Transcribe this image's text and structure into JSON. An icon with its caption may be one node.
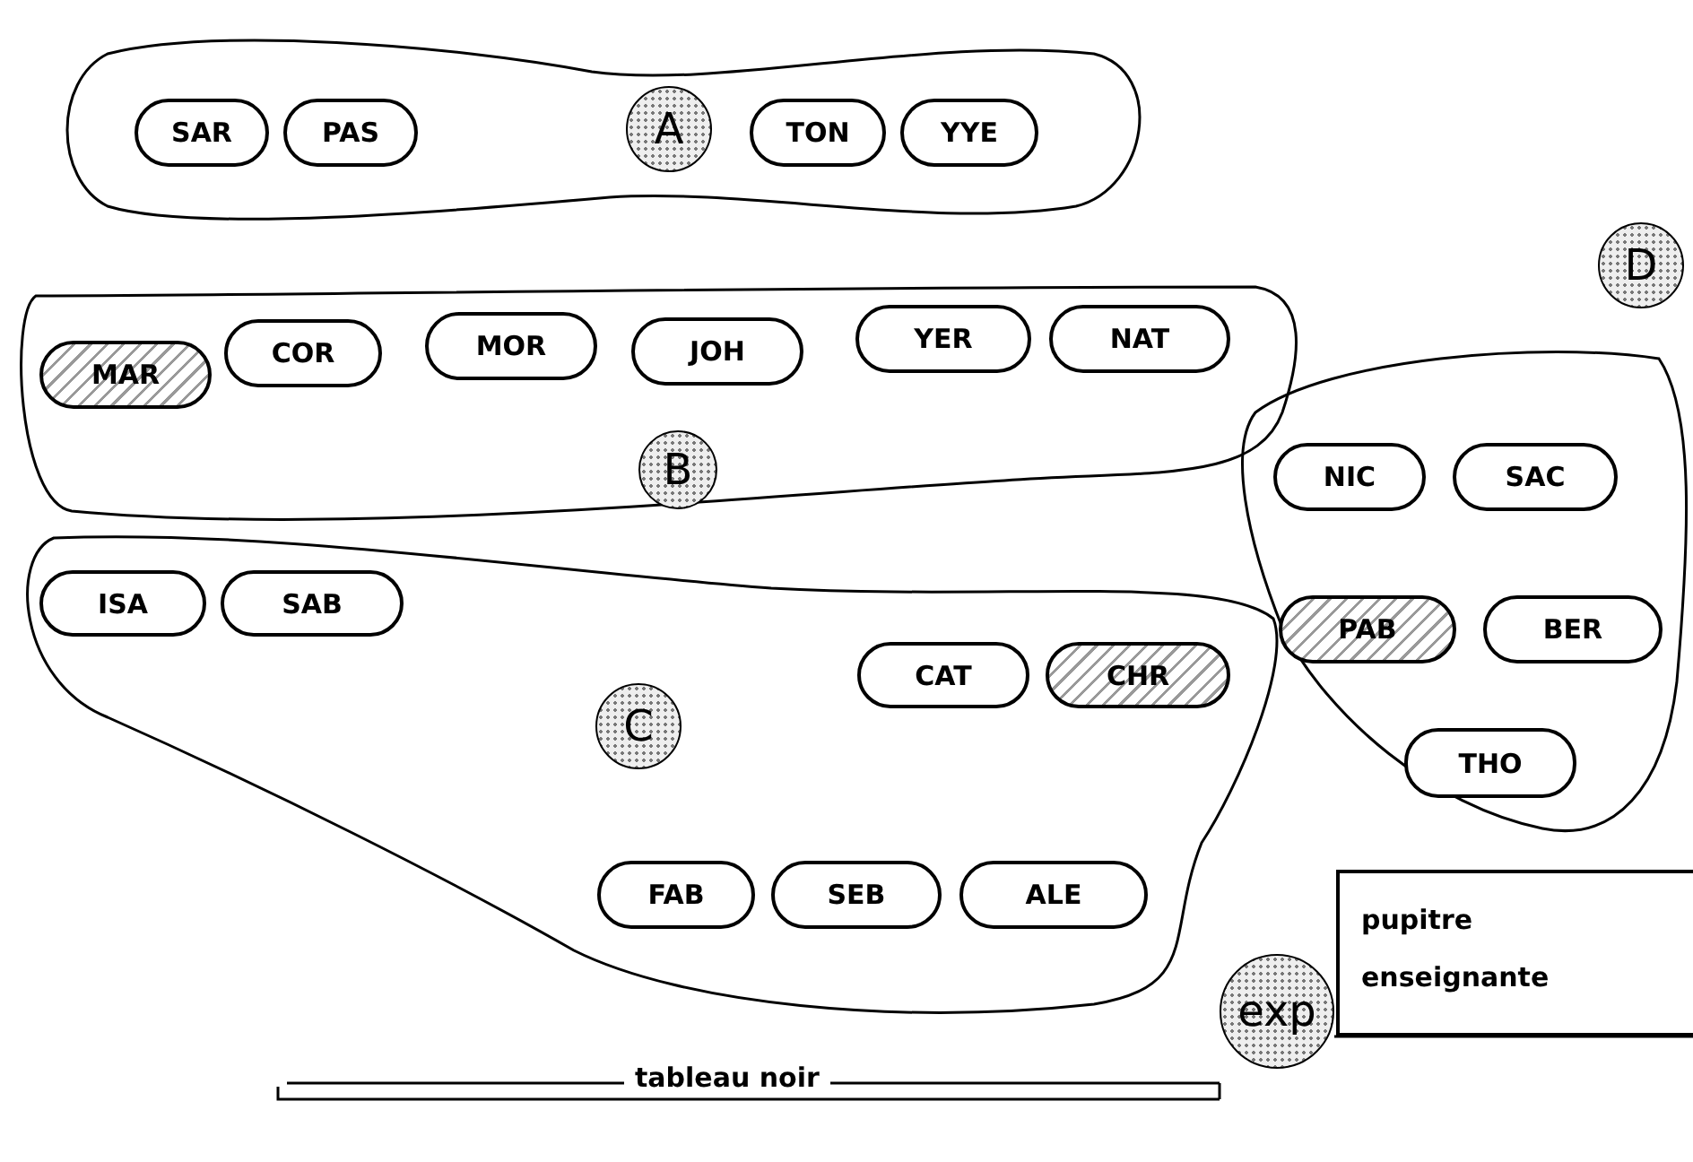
{
  "diagram": {
    "nodes": [
      {
        "text": [],
        "shape": "blob"
      },
      {
        "text": [
          "SAR"
        ],
        "in": 0
      },
      {
        "text": [
          "PAS"
        ],
        "in": 0
      },
      {
        "text": [
          "A"
        ],
        "in": 0
      },
      {
        "text": [
          "TON"
        ],
        "in": 0
      },
      {
        "text": [
          "YYE"
        ],
        "in": 0
      },
      {
        "text": [],
        "shape": "blob"
      },
      {
        "text": [
          "MAR"
        ],
        "in": 6
      },
      {
        "text": [
          "COR"
        ],
        "in": 6
      },
      {
        "text": [
          "MOR"
        ],
        "in": 6
      },
      {
        "text": [
          "JOH"
        ],
        "in": 6
      },
      {
        "text": [
          "YER"
        ],
        "in": 6
      },
      {
        "text": [
          "NAT"
        ],
        "in": 6
      },
      {
        "text": [
          "B"
        ],
        "in": 6
      },
      {
        "text": [],
        "shape": "blob"
      },
      {
        "text": [
          "ISA"
        ],
        "in": 14
      },
      {
        "text": [
          "SAB"
        ],
        "in": 14
      },
      {
        "text": [
          "C"
        ],
        "in": 14
      },
      {
        "text": [
          "CAT"
        ],
        "in": 14
      },
      {
        "text": [
          "CHR"
        ],
        "in": 14
      },
      {
        "text": [
          "FAB"
        ],
        "in": 14
      },
      {
        "text": [
          "SEB"
        ],
        "in": 14
      },
      {
        "text": [
          "ALE"
        ],
        "in": 14
      },
      {
        "text": [
          "D"
        ]
      },
      {
        "text": [],
        "shape": "blob"
      },
      {
        "text": [
          "NIC"
        ],
        "in": 24
      },
      {
        "text": [
          "SAC"
        ],
        "in": 24
      },
      {
        "text": [
          "PAB"
        ],
        "in": 24
      },
      {
        "text": [
          "BER"
        ],
        "in": 24
      },
      {
        "text": [
          "THO"
        ],
        "in": 24
      },
      {
        "text": [
          "pupitre enseignante"
        ]
      },
      {
        "text": [
          "exp"
        ]
      }
    ],
    "labels": [
      "tableau noir"
    ]
  }
}
